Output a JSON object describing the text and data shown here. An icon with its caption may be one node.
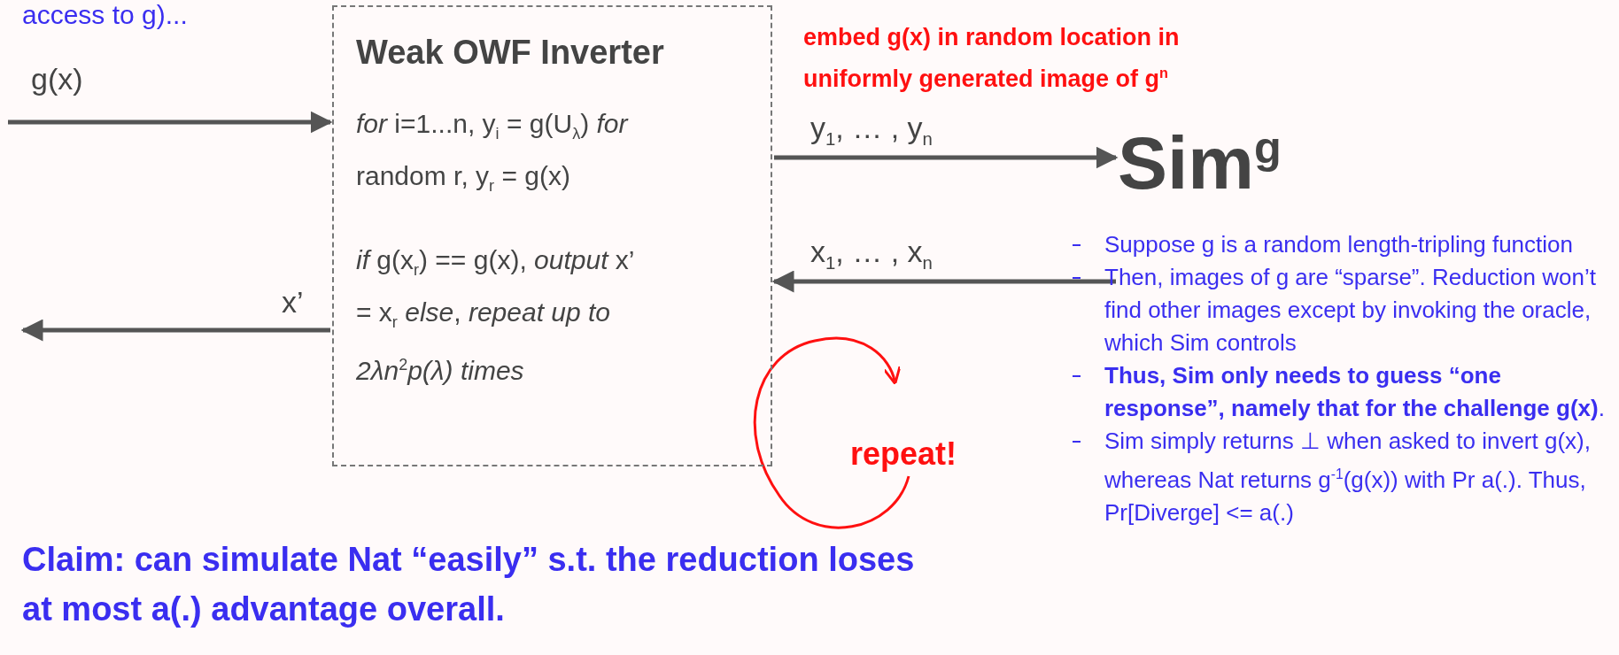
{
  "diagram": {
    "nodes": [
      {
        "text": [
          "Weak OWF Inverter",
          "*for* i=1...n, y$_{i}$ = g(U$_{λ}$) *for* random r, y$_{r}$ = g(x)",
          "*if* g(x$_{r}$) == g(x), *output* x’ = x$_{r}$ *else*, *repeat up to 2λn*$^{2}$*p(λ) times*"
        ]
      },
      {
        "text": [
          "Sim$^{g}$"
        ]
      }
    ],
    "edges": [
      {
        "from": null,
        "to": 0,
        "arrow": "to",
        "label": "g(x)"
      },
      {
        "from": 0,
        "to": 1,
        "arrow": "to",
        "label": "y$_{1}$, … , y$_{n}$"
      },
      {
        "from": 1,
        "to": 0,
        "arrow": "to",
        "label": "x$_{1}$, … , x$_{n}$"
      },
      {
        "from": 0,
        "to": null,
        "arrow": "to",
        "label": "x’"
      }
    ],
    "labels": [
      "access to g)...",
      "embed g(x) in random location in uniformly generated image of g$^{n}$",
      "repeat!",
      "Suppose g is a random length-tripling function",
      "Then, images of g are “sparse”. Reduction won’t find other images except by invoking the oracle, which Sim controls",
      "**Thus, Sim only needs to guess “one response”, namely that for the challenge g(x)**.",
      "Sim simply returns ⊥ when asked to invert g(x), whereas Nat returns g$^{-1}$(g(x)) with Pr a(.).  Thus, Pr[Diverge] <= a(.)",
      "Claim: can simulate Nat “easily” s.t. the reduction loses at most a(.) advantage overall."
    ]
  }
}
